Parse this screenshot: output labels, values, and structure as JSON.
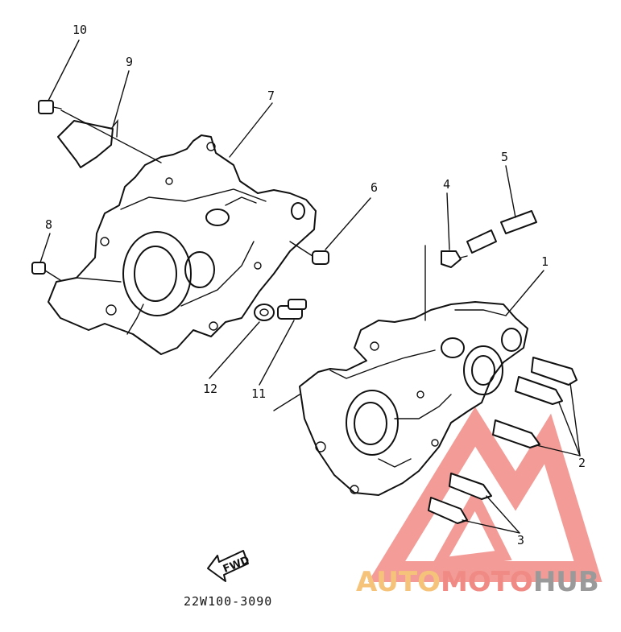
{
  "diagram": {
    "part_number": "22W100-3090",
    "fwd_label": "FWD",
    "callouts": [
      {
        "id": "1",
        "label": "1"
      },
      {
        "id": "2",
        "label": "2"
      },
      {
        "id": "3",
        "label": "3"
      },
      {
        "id": "4",
        "label": "4"
      },
      {
        "id": "5",
        "label": "5"
      },
      {
        "id": "6",
        "label": "6"
      },
      {
        "id": "7",
        "label": "7"
      },
      {
        "id": "8",
        "label": "8"
      },
      {
        "id": "9",
        "label": "9"
      },
      {
        "id": "10",
        "label": "10"
      },
      {
        "id": "11",
        "label": "11"
      },
      {
        "id": "12",
        "label": "12"
      }
    ]
  },
  "watermark": {
    "part1": "AUTO",
    "part2": "MOTO",
    "part3": "HUB",
    "colors": {
      "auto": "#f6c37a",
      "moto": "#f08a84",
      "hub": "#9a9a9a",
      "triangle": "#f07c75"
    }
  }
}
